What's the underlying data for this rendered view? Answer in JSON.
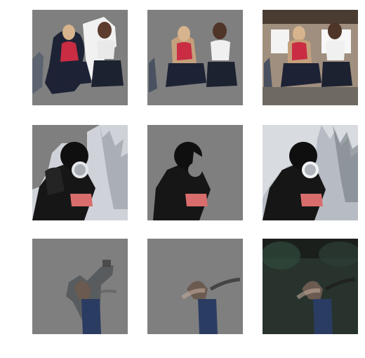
{
  "figure": {
    "rows": [
      {
        "subject": "two-women-kneeling",
        "panels": [
          {
            "kind": "masked-cutout-coarse",
            "background_hex": "#808080"
          },
          {
            "kind": "masked-cutout-refined",
            "background_hex": "#808080"
          },
          {
            "kind": "original-photo",
            "background_hex": "#a08f7e"
          }
        ]
      },
      {
        "subject": "person-holding-crystal-ball-in-snow",
        "panels": [
          {
            "kind": "masked-cutout-coarse",
            "background_hex": "#808080"
          },
          {
            "kind": "masked-cutout-refined",
            "background_hex": "#808080"
          },
          {
            "kind": "original-photo",
            "background_hex": "#d8dbe0"
          }
        ]
      },
      {
        "subject": "woman-in-blue-dress-forest",
        "panels": [
          {
            "kind": "masked-cutout-coarse",
            "background_hex": "#808080"
          },
          {
            "kind": "masked-cutout-refined",
            "background_hex": "#808080"
          },
          {
            "kind": "original-photo",
            "background_hex": "#27332c"
          }
        ]
      }
    ]
  }
}
